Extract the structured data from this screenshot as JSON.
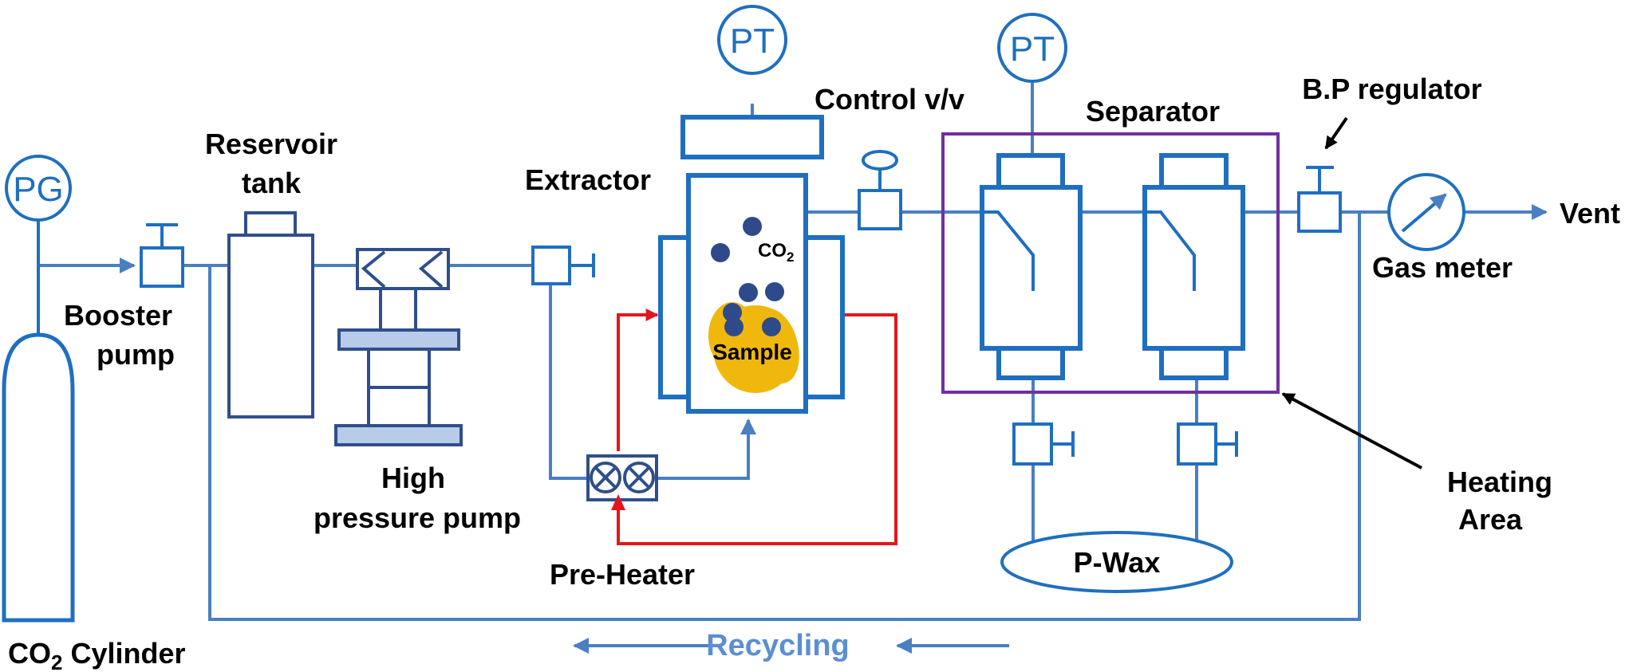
{
  "labels": {
    "pg": "PG",
    "pt_extractor": "PT",
    "pt_separator": "PT",
    "reservoir_line1": "Reservoir",
    "reservoir_line2": "tank",
    "extractor": "Extractor",
    "control_valve": "Control v/v",
    "separator": "Separator",
    "bp_regulator": "B.P regulator",
    "vent": "Vent",
    "gas_meter": "Gas meter",
    "booster_line1": "Booster",
    "booster_line2": "pump",
    "high_pressure_line1": "High",
    "high_pressure_line2": "pressure pump",
    "pre_heater": "Pre-Heater",
    "sample": "Sample",
    "co2_inside": "CO",
    "co2_inside_sub": "2",
    "p_wax": "P-Wax",
    "heating_line1": "Heating",
    "heating_line2": "Area",
    "cylinder_co": "CO",
    "cylinder_sub": "2",
    "cylinder_rest": " Cylinder",
    "recycling": "Recycling"
  },
  "colors": {
    "line": "#4a7fc1",
    "equipment": "#1f6fc0",
    "pump": "#2f4f8a",
    "pump_fill": "#b8cbe8",
    "heat_line": "#e3161b",
    "heating_area": "#7030a0",
    "sample": "#f0b80c",
    "co2_dot": "#2e4a8a",
    "recycling_text": "#5b8fd0"
  }
}
